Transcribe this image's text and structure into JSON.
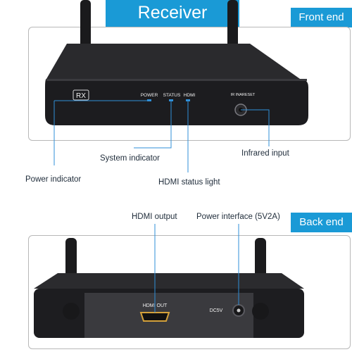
{
  "banners": {
    "receiver": "Receiver",
    "front_end": "Front end",
    "back_end": "Back end"
  },
  "front": {
    "device_badge": "RX",
    "led_labels": [
      "POWER",
      "STATUS",
      "HDMI"
    ],
    "ir_label": "IR INARESET",
    "callouts": {
      "power_indicator": "Power indicator",
      "system_indicator": "System indicator",
      "hdmi_status_light": "HDMI status light",
      "infrared_input": "Infrared input"
    }
  },
  "back": {
    "port_label": "HDMI OUT",
    "dc_label": "DC5V",
    "callouts": {
      "hdmi_output": "HDMI output",
      "power_interface": "Power  interface (5V2A)"
    }
  },
  "colors": {
    "accent": "#1a9ad6",
    "led": "#2f8fd8",
    "device": "#1f1f22"
  }
}
